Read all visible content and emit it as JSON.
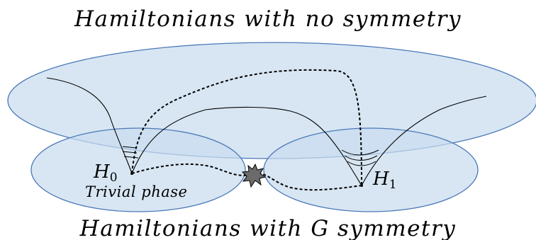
{
  "title_top": "Hamiltonians with no symmetry",
  "title_bottom": "Hamiltonians with G symmetry",
  "h0": {
    "base": "H",
    "sub": "0"
  },
  "h1": {
    "base": "H",
    "sub": "1"
  },
  "trivial_label": "Trivial phase",
  "colors": {
    "region_fill": "#c9dcef",
    "region_stroke": "#4a78b8",
    "line": "#000000",
    "star_fill": "#6b6b6b"
  }
}
